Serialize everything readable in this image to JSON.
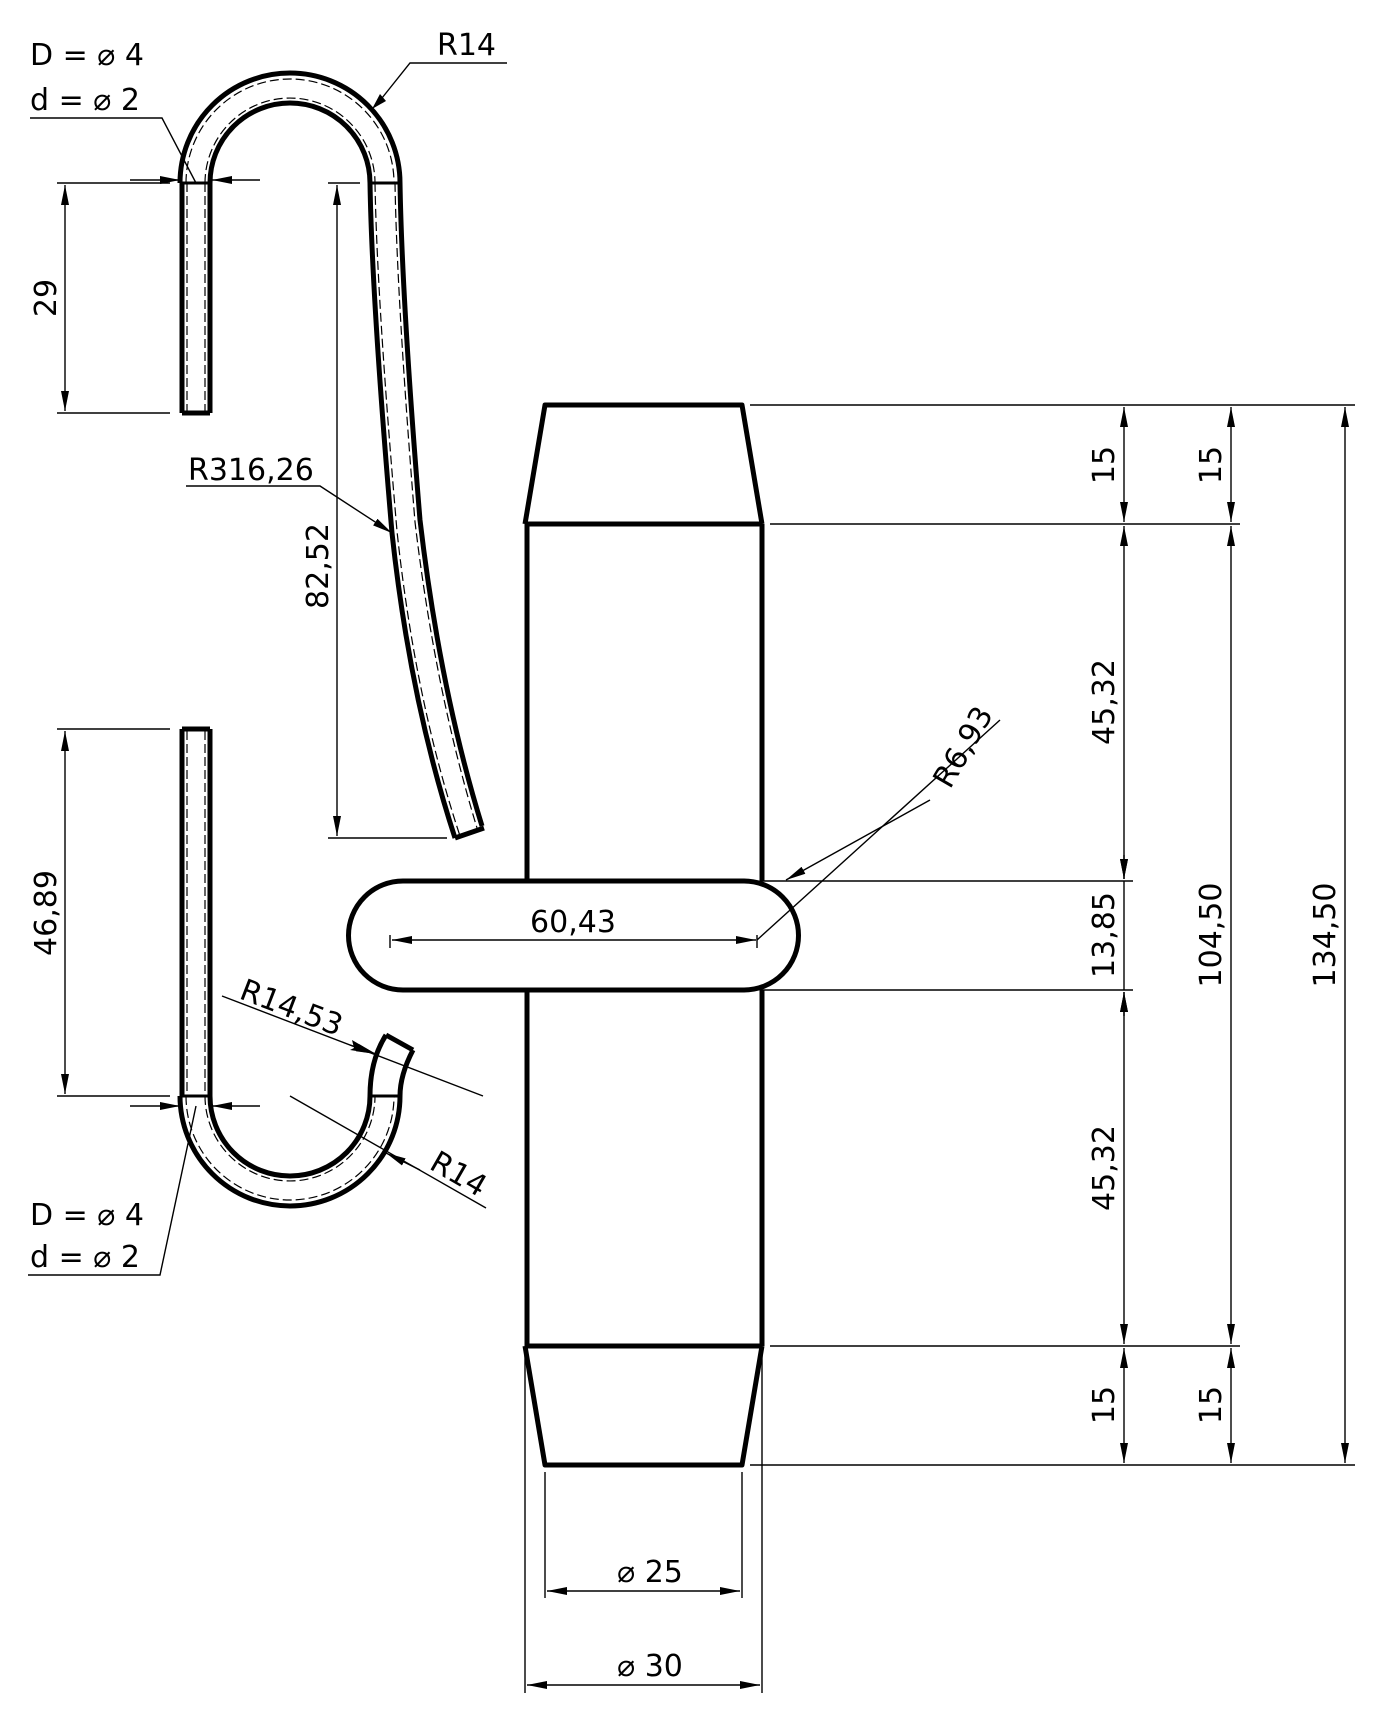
{
  "drawing": {
    "type": "technical-drawing",
    "line_color": "#000000",
    "background": "#ffffff"
  },
  "s_hook": {
    "top_note": {
      "outer_diameter": "D = ⌀ 4",
      "inner_diameter": "d = ⌀ 2"
    },
    "bottom_note": {
      "outer_diameter": "D = ⌀ 4",
      "inner_diameter": "d = ⌀ 2"
    },
    "dims": {
      "top_bend_radius": "R14",
      "straight_leg_length": "29",
      "curved_leg_radius": "R316,26",
      "curved_leg_height": "82,52",
      "lower_leg_length": "46,89",
      "tip_radius": "R14,53",
      "bottom_bend_radius": "R14"
    }
  },
  "handle": {
    "dims": {
      "slot_length": "60,43",
      "slot_end_radius": "R6,93",
      "slot_width": "13,85",
      "taper_top": "15",
      "taper_top_overall": "15",
      "body_upper": "45,32",
      "body_lower": "45,32",
      "taper_bottom": "15",
      "taper_bottom_overall": "15",
      "body_length": "104,50",
      "total_length": "134,50",
      "end_diameter": "⌀ 25",
      "body_diameter": "⌀ 30"
    }
  }
}
